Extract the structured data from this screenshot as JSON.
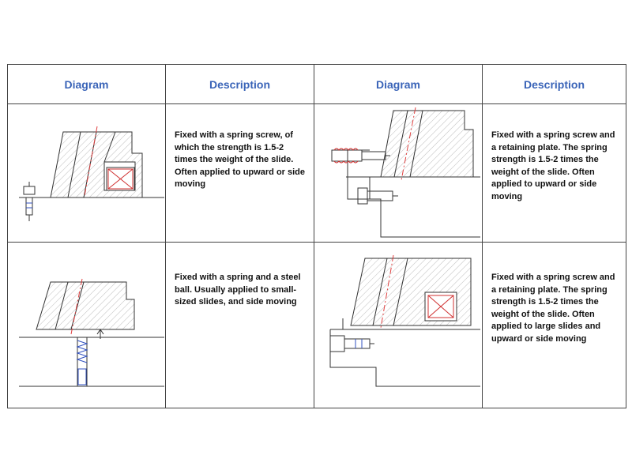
{
  "table": {
    "headers": [
      "Diagram",
      "Description",
      "Diagram",
      "Description"
    ],
    "descriptions": [
      "Fixed with a spring screw, of which the strength is 1.5-2 times the weight of the slide. Often applied to upward or side moving",
      "Fixed with a spring screw and a retaining plate. The spring strength is 1.5-2 times the weight of the slide. Often applied to upward or side moving",
      "Fixed with a spring and a steel ball. Usually applied to small-sized slides, and side moving",
      "Fixed with a spring screw and a retaining plate. The spring strength is 1.5-2 times the weight of the slide. Often applied to large slides and upward or side moving"
    ]
  },
  "colors": {
    "header_text": "#3a64b8",
    "grid": "#444444",
    "drawing_line": "#333333",
    "hatch": "#b0b0b0",
    "centerline": "#e04040",
    "spring": "#d03030",
    "screw_detail": "#3050c0"
  }
}
